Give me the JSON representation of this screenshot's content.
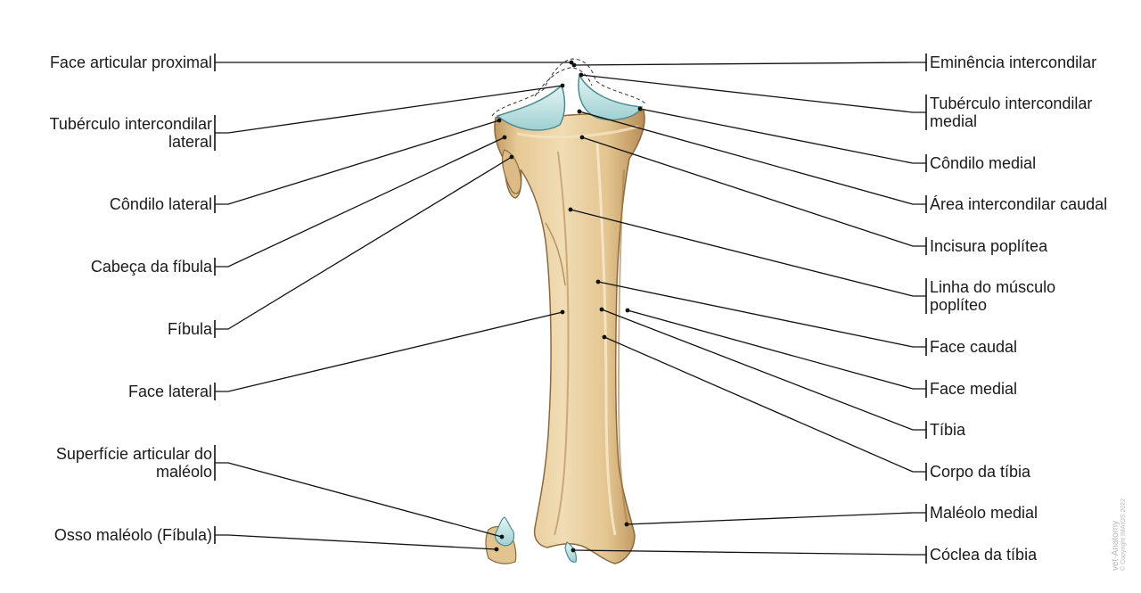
{
  "figure": {
    "subject": "Tíbia e fíbula (vista caudal)",
    "colors": {
      "bone": "#e9cfa2",
      "bone_shadow": "#c9a36c",
      "bone_outline": "#8a6a3e",
      "cartilage": "#b9e0e0",
      "cartilage_outline": "#4f8c8f",
      "leader_line": "#111111"
    }
  },
  "labels_left": [
    {
      "id": "face-articular-proximal",
      "lines": [
        "Face articular proximal"
      ]
    },
    {
      "id": "tuberculo-intercondilar-lateral",
      "lines": [
        "Tubérculo intercondilar",
        "lateral"
      ]
    },
    {
      "id": "condilo-lateral",
      "lines": [
        "Côndilo lateral"
      ]
    },
    {
      "id": "cabeca-da-fibula",
      "lines": [
        "Cabeça da fíbula"
      ]
    },
    {
      "id": "fibula",
      "lines": [
        "Fíbula"
      ]
    },
    {
      "id": "face-lateral",
      "lines": [
        "Face lateral"
      ]
    },
    {
      "id": "superficie-articular-do-maleolo",
      "lines": [
        "Superfície articular do",
        "maléolo"
      ]
    },
    {
      "id": "osso-maleolo-fibula",
      "lines": [
        "Osso maléolo (Fíbula)"
      ]
    }
  ],
  "labels_right": [
    {
      "id": "eminencia-intercondilar",
      "lines": [
        "Eminência intercondilar"
      ]
    },
    {
      "id": "tuberculo-intercondilar-medial",
      "lines": [
        "Tubérculo intercondilar",
        "medial"
      ]
    },
    {
      "id": "condilo-medial",
      "lines": [
        "Côndilo medial"
      ]
    },
    {
      "id": "area-intercondilar-caudal",
      "lines": [
        "Área intercondilar caudal"
      ]
    },
    {
      "id": "incisura-poplitea",
      "lines": [
        "Incisura poplítea"
      ]
    },
    {
      "id": "linha-do-musculo-popliteo",
      "lines": [
        "Linha do músculo",
        "poplíteo"
      ]
    },
    {
      "id": "face-caudal",
      "lines": [
        "Face caudal"
      ]
    },
    {
      "id": "face-medial",
      "lines": [
        "Face medial"
      ]
    },
    {
      "id": "tibia",
      "lines": [
        "Tíbia"
      ]
    },
    {
      "id": "corpo-da-tibia",
      "lines": [
        "Corpo da tíbia"
      ]
    },
    {
      "id": "maleolo-medial",
      "lines": [
        "Maléolo medial"
      ]
    },
    {
      "id": "coclea-da-tibia",
      "lines": [
        "Cóclea da tíbia"
      ]
    }
  ],
  "watermark": {
    "brand": "vet-Anatomy",
    "copyright": "© Copyright IMAIOS 2022"
  }
}
